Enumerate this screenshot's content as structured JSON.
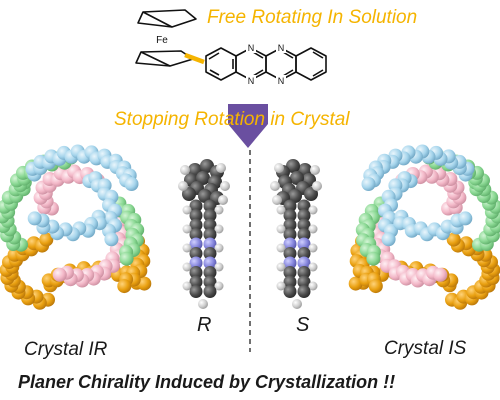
{
  "labels": {
    "solution": "Free Rotating In Solution",
    "crystal_stop": "Stopping Rotation in Crystal",
    "enantiomer_r": "R",
    "enantiomer_s": "S",
    "crystal_ir": "Crystal IR",
    "crystal_is": "Crystal IS",
    "conclusion": "Planer Chirality Induced by Crystallization !!"
  },
  "molecule": {
    "metal": "Fe",
    "nitrogen": "N"
  },
  "colors": {
    "accent_text": "#f5b400",
    "arrow": "#6a4fa0",
    "spheres": [
      "#e8a010",
      "#88d890",
      "#f4b8c8",
      "#a8d6ec"
    ],
    "nitrogen_atom": "#8080d8",
    "carbon_atom": "#4a4a4a",
    "hydrogen_atom": "#c8c8c8"
  }
}
